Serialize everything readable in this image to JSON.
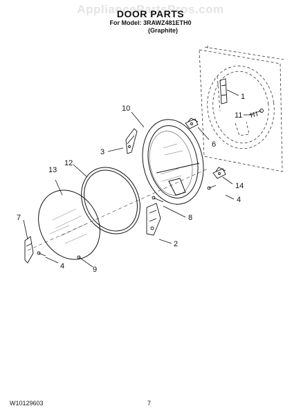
{
  "watermark": "AppliancePartsPros.com",
  "header": {
    "title": "DOOR PARTS",
    "model_line": "For Model: 3RAWZ481ETH0",
    "variant": "(Graphite)"
  },
  "footer": {
    "document_number": "W10129603",
    "page_number": "7"
  },
  "callouts": {
    "c1": "1",
    "c2": "2",
    "c3": "3",
    "c4a": "4",
    "c4b": "4",
    "c6": "6",
    "c7": "7",
    "c8": "8",
    "c9": "9",
    "c10": "10",
    "c11": "11",
    "c12": "12",
    "c13": "13",
    "c14": "14"
  }
}
